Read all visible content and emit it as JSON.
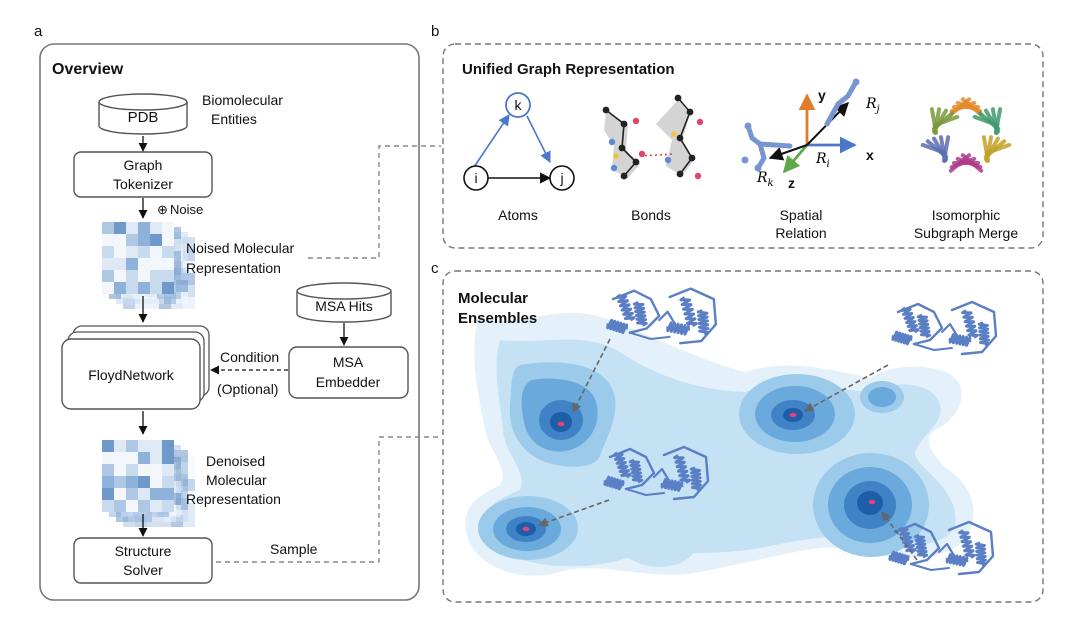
{
  "panels": {
    "a": "a",
    "b": "b",
    "c": "c"
  },
  "overview": {
    "title": "Overview",
    "pdb": "PDB",
    "biomolecular_line1": "Biomolecular",
    "biomolecular_line2": "Entities",
    "graph_tokenizer_line1": "Graph",
    "graph_tokenizer_line2": "Tokenizer",
    "noise_symbol": "⊕",
    "noise": "Noise",
    "noised_line1": "Noised Molecular",
    "noised_line2": "Representation",
    "msa_hits": "MSA Hits",
    "floydnetwork": "FloydNetwork",
    "condition": "Condition",
    "optional": "(Optional)",
    "msa_embedder_line1": "MSA",
    "msa_embedder_line2": "Embedder",
    "denoised_line1": "Denoised",
    "denoised_line2": "Molecular",
    "denoised_line3": "Representation",
    "structure_solver_line1": "Structure",
    "structure_solver_line2": "Solver",
    "sample": "Sample"
  },
  "unified": {
    "title": "Unified Graph Representation",
    "node_k": "k",
    "node_i": "i",
    "node_j": "j",
    "atoms": "Atoms",
    "bonds": "Bonds",
    "spatial_line1": "Spatial",
    "spatial_line2": "Relation",
    "axis_y": "y",
    "axis_x": "x",
    "axis_z": "z",
    "r_j": "R",
    "r_j_sub": "j",
    "r_i": "R",
    "r_i_sub": "i",
    "r_k": "R",
    "r_k_sub": "k",
    "isomorphic_line1": "Isomorphic",
    "isomorphic_line2": "Subgraph Merge"
  },
  "ensembles": {
    "title_line1": "Molecular",
    "title_line2": "Ensembles"
  },
  "colors": {
    "frame": "#777777",
    "node_blue": "#4a77c9",
    "axis_orange": "#e07b2a",
    "axis_blue": "#4a77c9",
    "axis_green": "#5fa84a",
    "protein": "#5a7fc4",
    "density_light": "#dceefa",
    "density_dark": "#1c5ea8",
    "minimum_marker": "#e0457a"
  }
}
